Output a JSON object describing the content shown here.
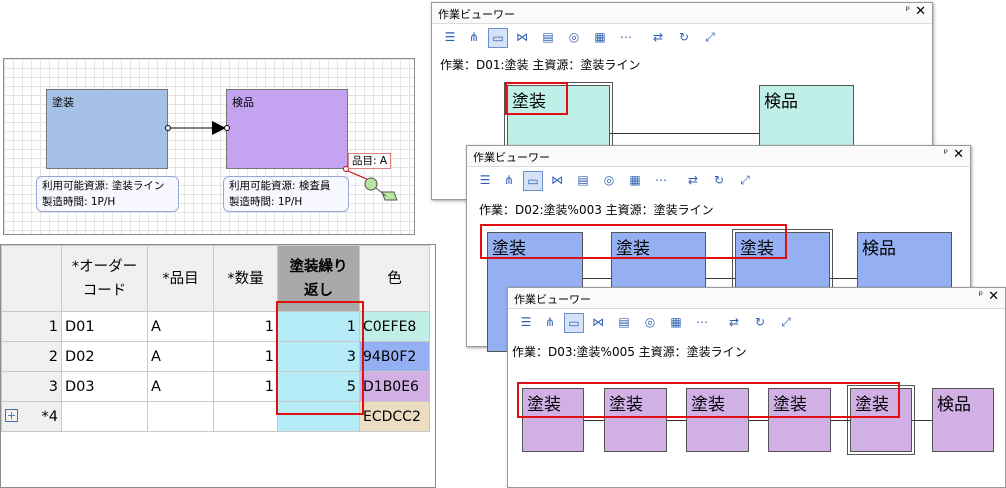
{
  "diagram": {
    "process1": {
      "label": "塗装",
      "color": "#A6C1E6"
    },
    "process2": {
      "label": "検品",
      "color": "#C4A3F0"
    },
    "info1": {
      "line1": "利用可能資源: 塗装ライン",
      "line2": "製造時間: 1P/H"
    },
    "info2": {
      "line1": "利用可能資源: 検査員",
      "line2": "製造時間: 1P/H"
    },
    "item_label": "品目: A"
  },
  "grid": {
    "headers": [
      "",
      "*オーダー\nコード",
      "*品目",
      "*数量",
      "塗装繰り\n返し",
      "色"
    ],
    "rows": [
      {
        "n": "1",
        "code": "D01",
        "item": "A",
        "qty": "1",
        "repeat": "1",
        "color": "C0EFE8",
        "hex": "#C0EFE8"
      },
      {
        "n": "2",
        "code": "D02",
        "item": "A",
        "qty": "1",
        "repeat": "3",
        "color": "94B0F2",
        "hex": "#94B0F2"
      },
      {
        "n": "3",
        "code": "D03",
        "item": "A",
        "qty": "1",
        "repeat": "5",
        "color": "D1B0E6",
        "hex": "#D1B0E6"
      },
      {
        "n": "*4",
        "code": "",
        "item": "",
        "qty": "",
        "repeat": "",
        "color": "ECDCC2",
        "hex": "#ECDCC2"
      }
    ],
    "add_glyph": "+"
  },
  "viewers": [
    {
      "title": "作業ビューワー",
      "info": "作業：D01:塗装  主資源：塗装ライン",
      "nodes": [
        "塗装",
        "検品"
      ],
      "color": "#C0EFE8"
    },
    {
      "title": "作業ビューワー",
      "info": "作業：D02:塗装%003  主資源：塗装ライン",
      "nodes": [
        "塗装",
        "塗装",
        "塗装",
        "検品"
      ],
      "color": "#94B0F2"
    },
    {
      "title": "作業ビューワー",
      "info": "作業：D03:塗装%005  主資源：塗装ライン",
      "nodes": [
        "塗装",
        "塗装",
        "塗装",
        "塗装",
        "塗装",
        "検品"
      ],
      "color": "#D1B0E6"
    }
  ],
  "window_controls": {
    "pin": "ᵖ",
    "close": "✕"
  },
  "toolbar_icons": [
    "gantt-icon",
    "tree-icon",
    "flow-icon",
    "network-icon",
    "list-icon",
    "target-icon",
    "detail-icon",
    "chain-icon",
    "link-icon",
    "refresh-icon",
    "fit-icon"
  ]
}
